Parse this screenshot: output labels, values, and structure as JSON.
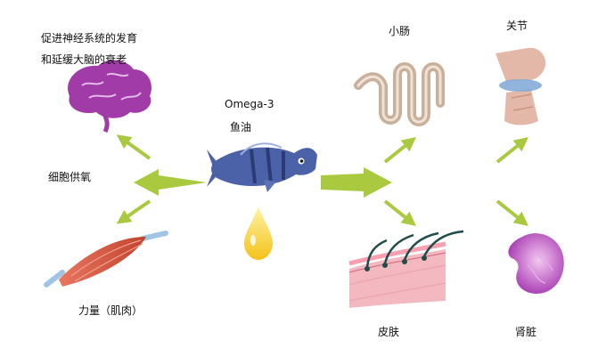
{
  "center": {
    "title": "Omega-3",
    "subtitle": "鱼油"
  },
  "labels": {
    "brain_line1": "促进神经系统的发育",
    "brain_line2": "和延缓大脑的衰老",
    "oxygen": "细胞供氧",
    "muscle": "力量（肌肉）",
    "intestine": "小肠",
    "joint": "关节",
    "skin": "皮肤",
    "kidney": "肾脏"
  },
  "colors": {
    "arrow": "#a9c93f",
    "fish_body": "#4b62a8",
    "oil_drop": "#f3c21a",
    "brain": "#a03ba7",
    "intestine": "#c9b09a",
    "joint": "#e3b8a8",
    "joint_ring": "#7ea7d6",
    "skin": "#f4b8c0",
    "hair": "#1f4d49",
    "kidney": "#a637b1",
    "muscle": "#c1432e",
    "tendon": "#9fc4e4"
  }
}
